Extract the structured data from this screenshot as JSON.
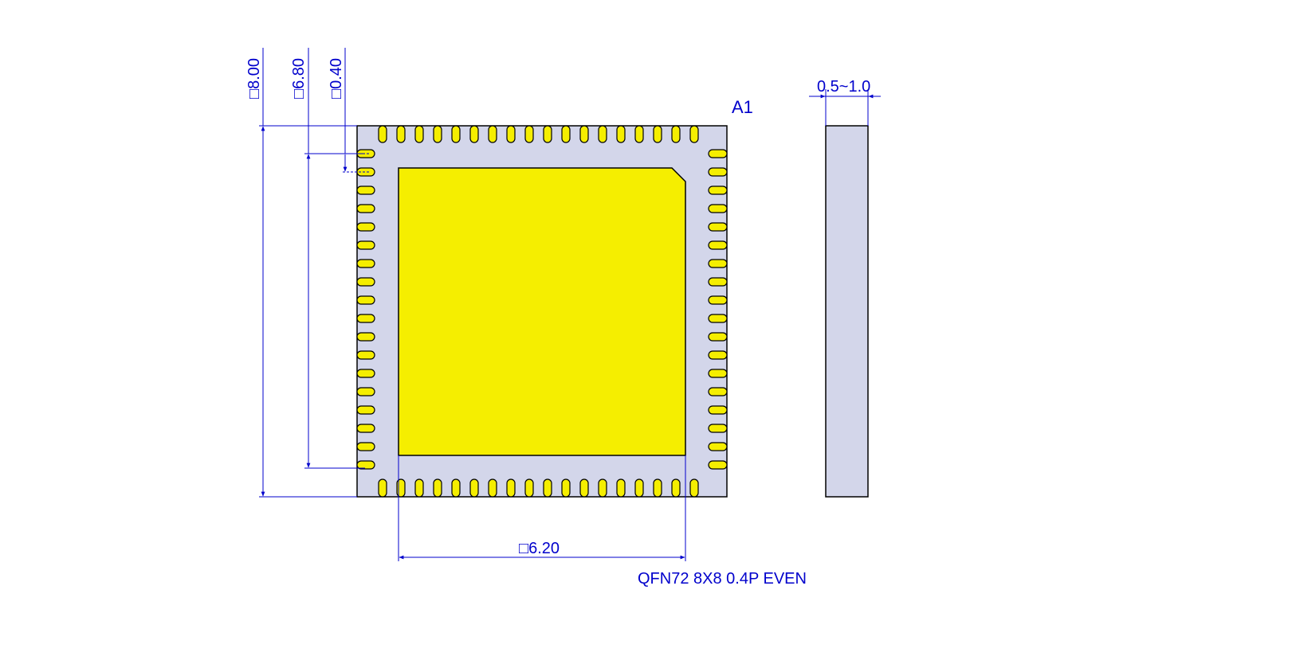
{
  "colors": {
    "body": "#d3d6ea",
    "pad": "#f5ee00",
    "outline": "#000000",
    "dimension": "#0000cc",
    "background": "#ffffff"
  },
  "top_view": {
    "pins_per_side": 18,
    "pin1_label": "A1"
  },
  "side_view": {
    "thickness_label": "0.5~1.0"
  },
  "dimensions": {
    "body_size": "□8.00",
    "pin_span": "□6.80",
    "pitch": "□0.40",
    "exposed_pad": "□6.20"
  },
  "caption": "QFN72 8X8 0.4P EVEN"
}
